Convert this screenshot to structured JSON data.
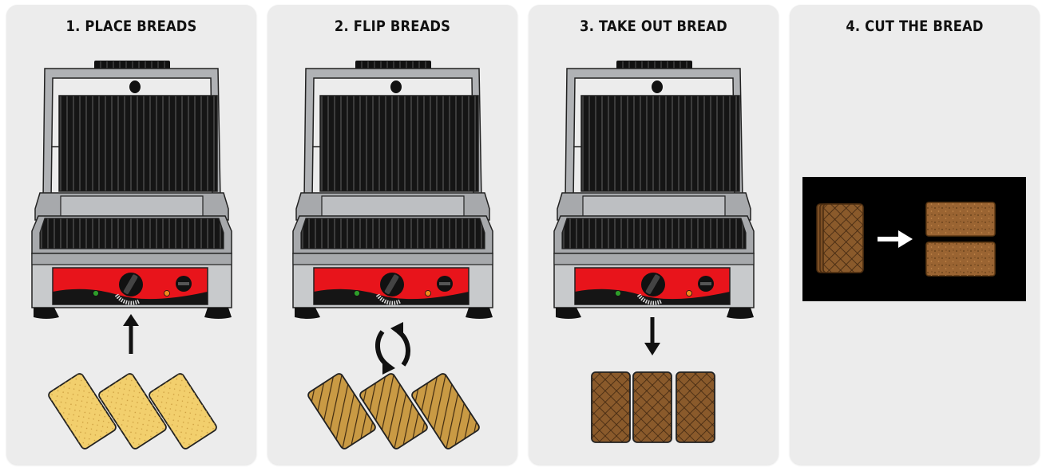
{
  "steps": [
    {
      "title": "1. PLACE BREADS",
      "action": "place",
      "arrow": "up",
      "bread_state": "raw"
    },
    {
      "title": "2. FLIP BREADS",
      "action": "flip",
      "arrow": "rotate",
      "bread_state": "half-grilled"
    },
    {
      "title": "3. TAKE OUT BREAD",
      "action": "take-out",
      "arrow": "down",
      "bread_state": "grilled"
    },
    {
      "title": "4. CUT THE BREAD",
      "action": "cut",
      "arrow": "right",
      "bread_state": "cut"
    }
  ],
  "colors": {
    "panel_bg": "#ececec",
    "grill_steel": "#a7a9ac",
    "grill_plate": "#151515",
    "control_panel_red": "#e8141b",
    "raw_bread": "#f2cf6d",
    "grilled_bread": "#8a5a2b",
    "cut_bread": "#9a6432",
    "indicator_green": "#2e9d2a",
    "indicator_orange": "#f08a1c"
  },
  "icons": [
    "panini-grill-icon",
    "arrow-up-icon",
    "rotate-arrows-icon",
    "arrow-down-icon",
    "arrow-right-icon",
    "bread-slice-icon"
  ]
}
